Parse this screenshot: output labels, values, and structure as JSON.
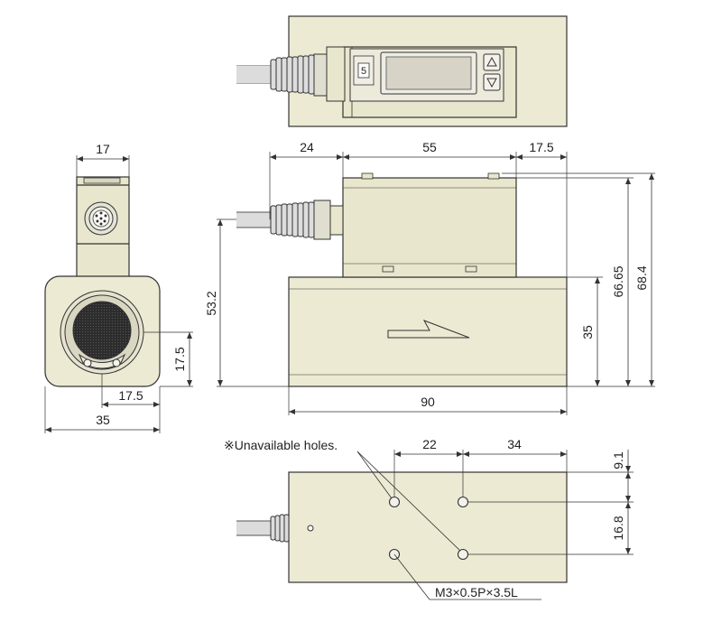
{
  "colors": {
    "body": "#ecead3",
    "line": "#333333",
    "display": "#d7d3c6",
    "cable": "#dddddd",
    "lens": "#2e2e2e"
  },
  "labels": {
    "side_width": "17",
    "side_width_total": "35",
    "side_offset_horizontal": "17.5",
    "side_offset_vertical": "17.5",
    "front_left": "24",
    "front_mid": "55",
    "front_right": "17.5",
    "front_total": "90",
    "front_port_height": "53.2",
    "front_body_height": "35",
    "front_height_mid": "66.65",
    "front_height_total": "68.4",
    "bottom_x1": "22",
    "bottom_x2": "34",
    "bottom_y1": "9.1",
    "bottom_y2": "16.8",
    "note_unavailable": "※Unavailable holes.",
    "note_thread": "M3×0.5P×3.5L",
    "display_digit": "5"
  },
  "icons": [
    "up-arrow-icon",
    "down-arrow-icon",
    "flow-direction-arrow-icon",
    "connector-pin-icon"
  ]
}
